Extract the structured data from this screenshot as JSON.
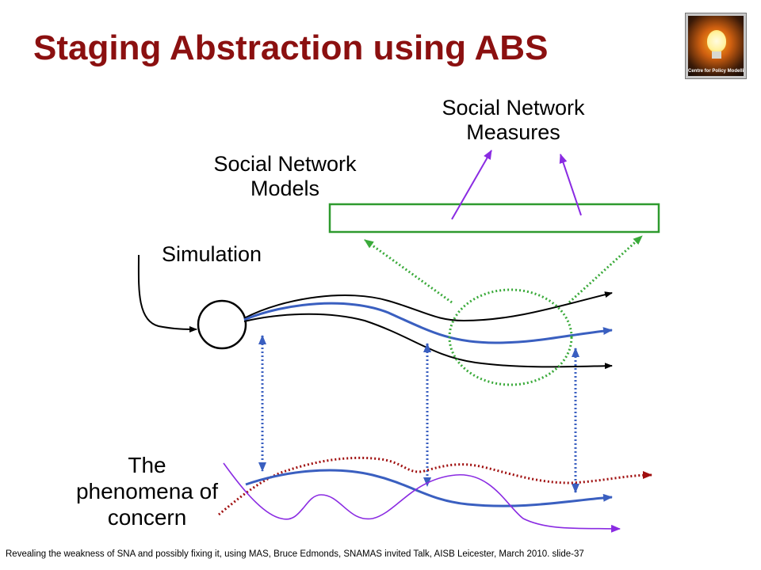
{
  "slide": {
    "title": "Staging Abstraction using ABS",
    "logo": {
      "text": "Centre for Policy Modelling",
      "icon": "lightbulb-icon"
    },
    "labels": {
      "measures_line1": "Social Network",
      "measures_line2": "Measures",
      "models_line1": "Social Network",
      "models_line2": "Models",
      "simulation": "Simulation",
      "phenomena_line1": "The",
      "phenomena_line2": "phenomena of",
      "phenomena_line3": "concern"
    },
    "footer": "Revealing the weakness of SNA and possibly fixing it, using MAS, Bruce Edmonds, SNAMAS invited Talk, AISB Leicester, March 2010.  slide-37"
  },
  "colors": {
    "title": "#8b1010",
    "black_line": "#000000",
    "blue_line": "#3a5fc0",
    "purple_line": "#8a2be2",
    "green_dotted": "#3aaa3a",
    "dark_red_dotted": "#a01010",
    "box_border": "#2e9a2e"
  }
}
